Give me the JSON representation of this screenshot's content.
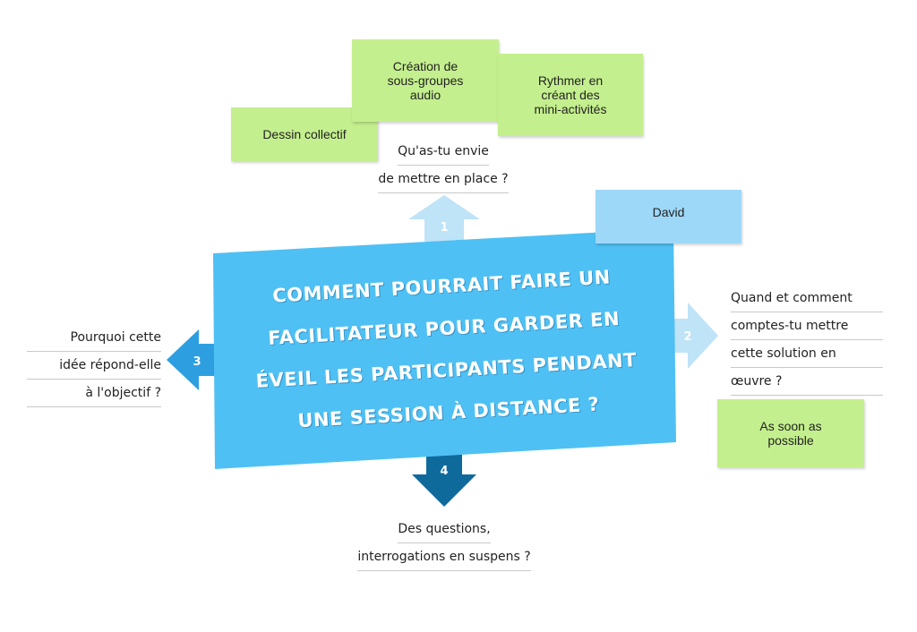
{
  "central_question": {
    "lines": [
      "Comment pourrait faire un",
      "facilitateur pour garder en",
      "éveil les participants pendant",
      "une session à distance ?"
    ]
  },
  "arrows": [
    {
      "number": "1",
      "color": "#bfe3f7"
    },
    {
      "number": "2",
      "color": "#bfe3f7"
    },
    {
      "number": "3",
      "color": "#2d9fe0"
    },
    {
      "number": "4",
      "color": "#0f6a9c"
    }
  ],
  "prompts": {
    "top": [
      "Qu'as-tu envie",
      "de mettre en place ?"
    ],
    "right": [
      "Quand et comment",
      "comptes-tu mettre",
      "cette solution en",
      "œuvre ?"
    ],
    "left": [
      "Pourquoi cette",
      "idée répond-elle",
      "à l'objectif ?"
    ],
    "bottom": [
      "Des questions,",
      "interrogations en suspens ?"
    ]
  },
  "stickies": {
    "dessin_collectif": "Dessin collectif",
    "creation_sous_groupes": [
      "Création de",
      "sous-groupes",
      "audio"
    ],
    "rythmer": [
      "Rythmer en",
      "créant des",
      "mini-activités"
    ],
    "david": "David",
    "as_soon_as_possible": [
      "As soon as",
      "possible"
    ]
  },
  "colors": {
    "central_banner": "#4fc0f4",
    "green_sticky": "#c4ef8e",
    "blue_sticky": "#9ed8f8"
  }
}
